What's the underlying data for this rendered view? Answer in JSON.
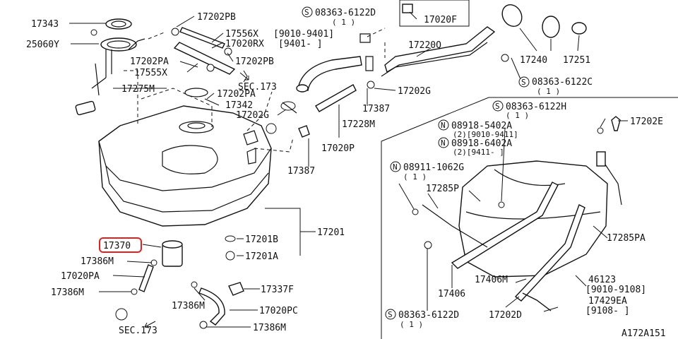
{
  "diagram": {
    "drawing_code": "A172A151",
    "callouts": {
      "p17343": "17343",
      "p25060Y": "25060Y",
      "p17202PB_a": "17202PB",
      "p17556X": "17556X",
      "p17556X_range": "[9010-9401]",
      "p17020RX": "17020RX",
      "p17020RX_range": "[9401-    ]",
      "p17202PB_b": "17202PB",
      "p17202PA_a": "17202PA",
      "p17555X": "17555X",
      "sec173_a": "SEC.173",
      "p17275M": "17275M",
      "p17202PA_b": "17202PA",
      "p17342": "17342",
      "p17202G_a": "17202G",
      "bolt_08363_a": "08363-6122D",
      "bolt_08363_a_qty": "( 1 )",
      "p17020F": "17020F",
      "p17220Q": "17220Q",
      "p17240": "17240",
      "p17251": "17251",
      "bolt_08363_c": "08363-6122C",
      "bolt_08363_c_qty": "( 1 )",
      "p17202G_b": "17202G",
      "p17387_a": "17387",
      "p17228M": "17228M",
      "p17020P": "17020P",
      "p17387_b": "17387",
      "p17201": "17201",
      "p17201B": "17201B",
      "p17201A": "17201A",
      "p17370": "17370",
      "p17386M_a": "17386M",
      "p17020PA": "17020PA",
      "p17386M_b": "17386M",
      "p17337F": "17337F",
      "p17386M_c": "17386M",
      "p17020PC": "17020PC",
      "p17386M_d": "17386M",
      "sec173_b": "SEC.173",
      "bolt_08363_h": "08363-6122H",
      "bolt_08363_h_qty": "( 1 )",
      "p17202E": "17202E",
      "nut_08918_5402A": "08918-5402A",
      "nut_08918_5402A_qty": "(2)[9010-9411]",
      "nut_08918_6402A": "08918-6402A",
      "nut_08918_6402A_qty": "(2)[9411-    ]",
      "nut_08911": "08911-1062G",
      "nut_08911_qty": "( 1 )",
      "p17285P": "17285P",
      "p17285PA": "17285PA",
      "p17406M": "17406M",
      "p17406": "17406",
      "p46123": "46123",
      "p46123_range": "[9010-9108]",
      "p17429EA": "17429EA",
      "p17429EA_range": "[9108-    ]",
      "p17202D": "17202D",
      "bolt_08363_d": "08363-6122D",
      "bolt_08363_d_qty": "( 1 )"
    },
    "prefixes": {
      "bolt": "S",
      "nut": "N"
    },
    "highlight_color": "#d22222"
  }
}
